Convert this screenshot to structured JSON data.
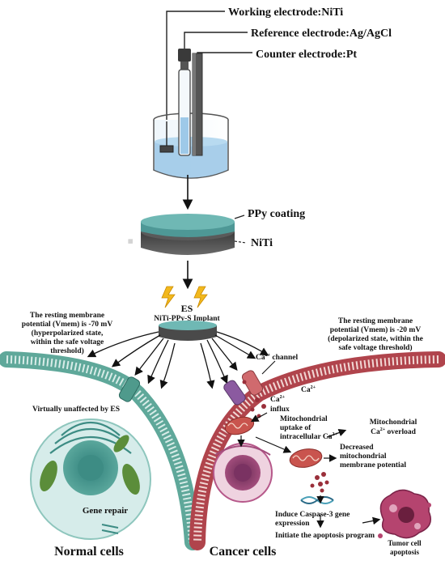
{
  "electrodes": {
    "working": "Working electrode:NiTi",
    "reference": "Reference electrode:Ag/AgCl",
    "counter": "Counter electrode:Pt"
  },
  "implant": {
    "coating": "PPy coating",
    "substrate": "NiTi",
    "es": "ES",
    "name": "NiTi-PPy-S Implant"
  },
  "normal": {
    "potential_l1": "The resting membrane",
    "potential_l2": "potential (Vmem) is -70 mV",
    "potential_l3": "(hyperpolarized state,",
    "potential_l4": "within the safe voltage",
    "potential_l5": "threshold)",
    "unaffected": "Virtually unaffected by ES",
    "gene_repair": "Gene repair",
    "title": "Normal cells"
  },
  "cancer": {
    "potential_l1": "The resting membrane",
    "potential_l2": "potential (Vmem) is -20 mV",
    "potential_l3": "(depolarized state, within the",
    "potential_l4": "safe voltage threshold)",
    "ca_channel": "Ca",
    "ca_channel_sup": "2+",
    "ca_channel_suffix": " channel",
    "ca_ion": "Ca",
    "ca_ion_sup": "2+",
    "ca_influx": "Ca",
    "ca_influx_sup": "2+",
    "influx": "influx",
    "mito_uptake_l1": "Mitochondrial",
    "mito_uptake_l2": "uptake of",
    "mito_uptake_l3": "intracellular Ca",
    "mito_uptake_sup": "2+",
    "overload_l1": "Mitochondrial",
    "overload_l2a": "Ca",
    "overload_sup": "2+",
    "overload_l2b": " overload",
    "decreased_l1": "Decreased",
    "decreased_l2": "mitochondrial",
    "decreased_l3": "membrane potential",
    "caspase_l1": "Induce Caspase-3 gene",
    "caspase_l2": "expression",
    "apoptosis_program": "Initiate the apoptosis program",
    "tumor_l1": "Tumor cell",
    "tumor_l2": "apoptosis",
    "title": "Cancer cells"
  },
  "colors": {
    "normal_membrane": "#5fa89a",
    "cancer_membrane": "#b0444c",
    "ppy": "#5ea7a4",
    "niti": "#4a4a4a",
    "electrolyte": "#9ec9e8",
    "lightning": "#f2b81d"
  }
}
